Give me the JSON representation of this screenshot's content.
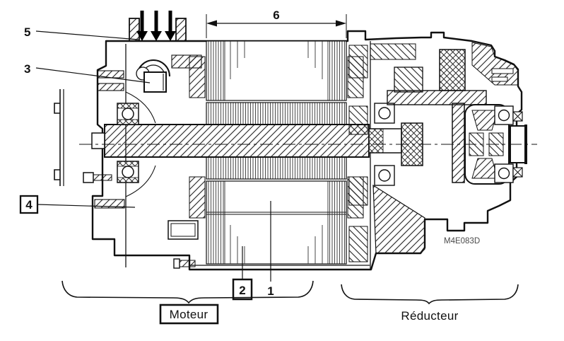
{
  "figure": {
    "type": "technical-cross-section-drawing",
    "drawing_code": "M4E083D",
    "sections": {
      "motor_label": "Moteur",
      "reducer_label": "Réducteur"
    },
    "callouts": {
      "c1": "1",
      "c2": "2",
      "c3": "3",
      "c4": "4",
      "c5": "5",
      "c6": "6"
    },
    "colors": {
      "line": "#111111",
      "background": "#ffffff",
      "code_text": "#4a4a4a"
    }
  }
}
